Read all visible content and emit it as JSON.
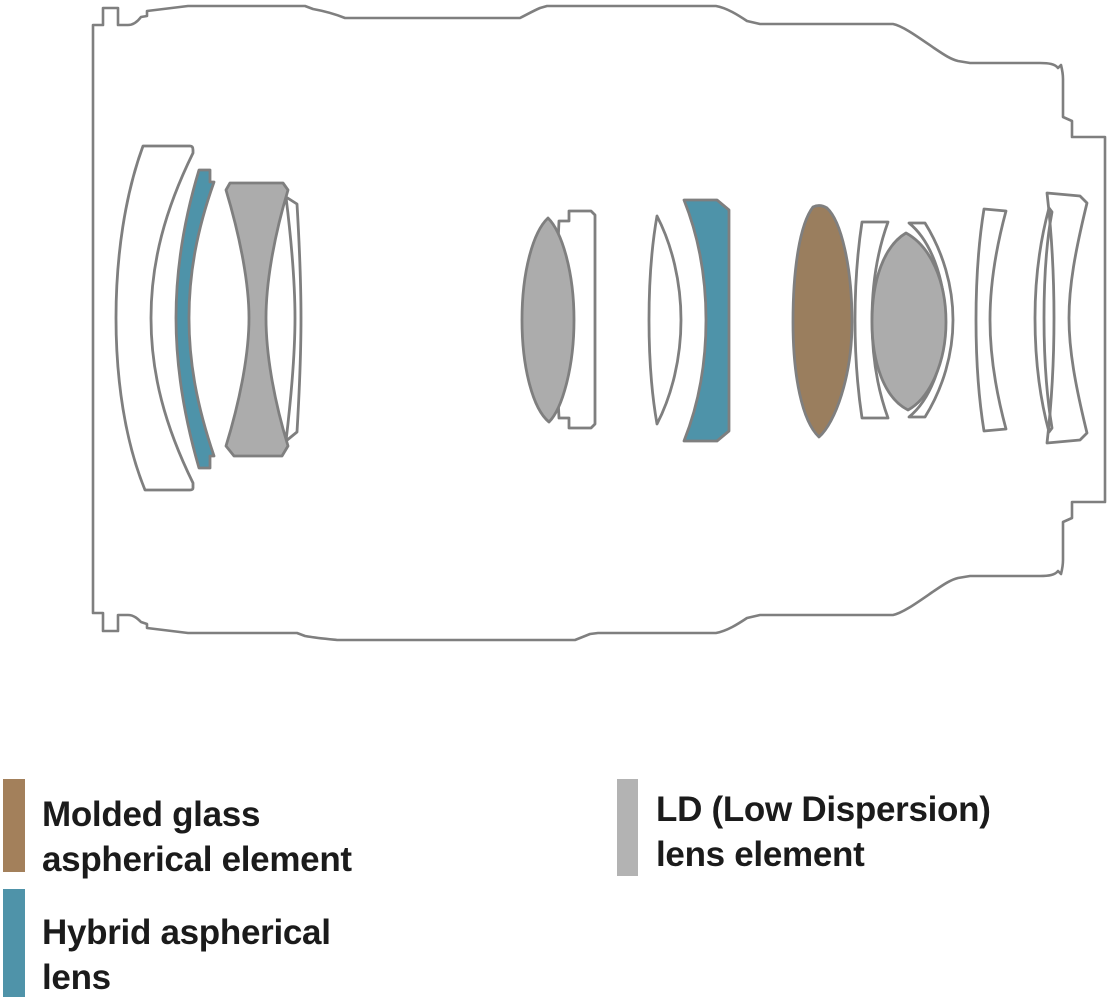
{
  "colors": {
    "outline": "#7f7f7f",
    "element_stroke": "#7f7f7f",
    "white_fill": "#ffffff",
    "ld_gray": "#acacac",
    "hybrid_teal": "#4e93a9",
    "molded_brown": "#9a7e5e",
    "legend_gray": "#b3b3b3",
    "legend_brown": "#a3805b",
    "legend_teal": "#4f93a9",
    "text": "#1b1b1b",
    "background": "#ffffff"
  },
  "legend": {
    "items": [
      {
        "id": "molded-glass",
        "lines": [
          "Molded glass",
          "aspherical element"
        ]
      },
      {
        "id": "hybrid-aspherical",
        "lines": [
          "Hybrid aspherical",
          "lens"
        ]
      },
      {
        "id": "ld",
        "lines": [
          "LD (Low Dispersion)",
          "lens element"
        ]
      }
    ]
  }
}
